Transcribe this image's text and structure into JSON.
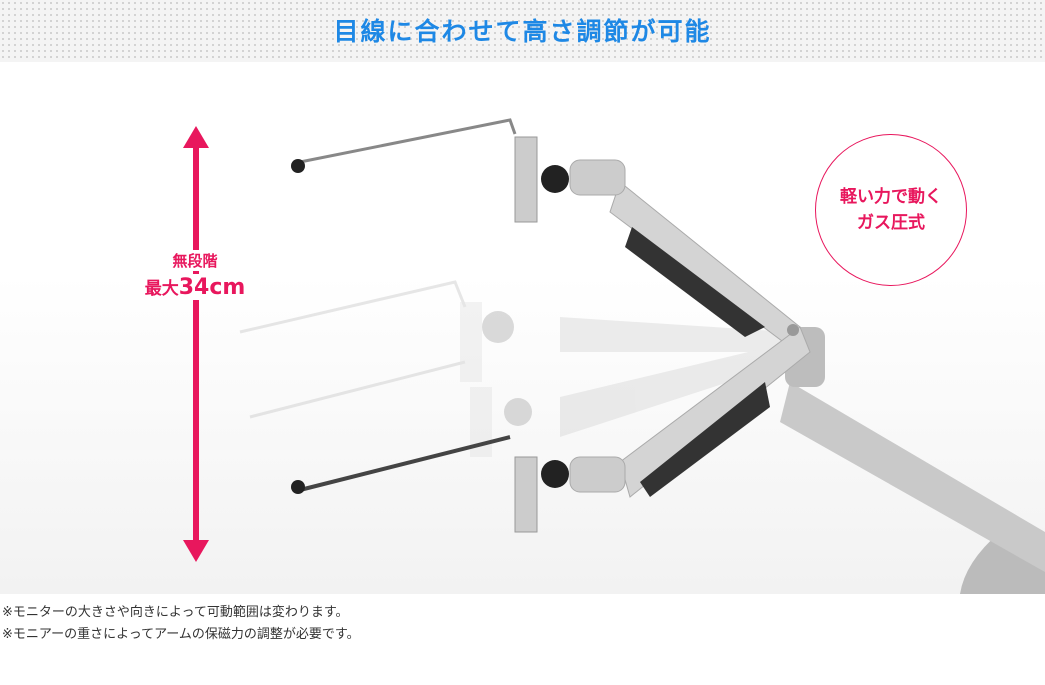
{
  "title": "目線に合わせて高さ調節が可能",
  "height_label": {
    "line1": "無段階",
    "line2_prefix": "最大",
    "line2_value": "34cm"
  },
  "badge": {
    "line1": "軽い力で動く",
    "line2": "ガス圧式"
  },
  "notes": [
    "※モニターの大きさや向きによって可動範囲は変わります。",
    "※モニアーの重さによってアームの保磁力の調整が必要です。"
  ],
  "colors": {
    "title": "#1e88e5",
    "accent": "#e8175d"
  }
}
